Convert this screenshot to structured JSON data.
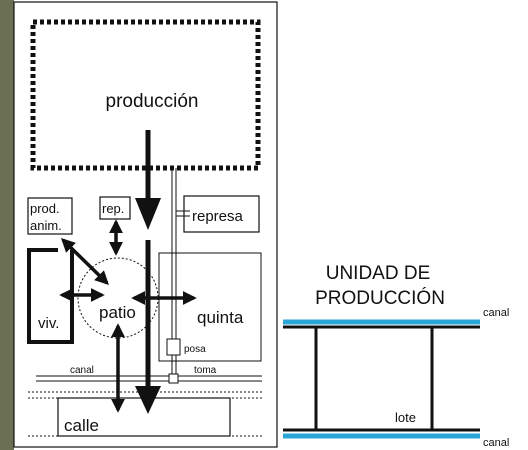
{
  "colors": {
    "background_strip": "#6b7055",
    "line": "#111111",
    "canal_blue": "#2aa6d6"
  },
  "left_plan": {
    "production_label": "producción",
    "animal_production_label_line1": "prod.",
    "animal_production_label_line2": "anim.",
    "rep_label": "rep.",
    "represa_label": "represa",
    "viv_label": "viv.",
    "patio_label": "patio",
    "quinta_label": "quinta",
    "posa_label": "posa",
    "canal_label": "canal",
    "toma_label": "toma",
    "calle_label": "calle"
  },
  "right_scheme": {
    "title_line1": "UNIDAD DE",
    "title_line2": "PRODUCCIÓN",
    "canal_top_label": "canal",
    "canal_bottom_label": "canal",
    "lote_label": "lote"
  }
}
